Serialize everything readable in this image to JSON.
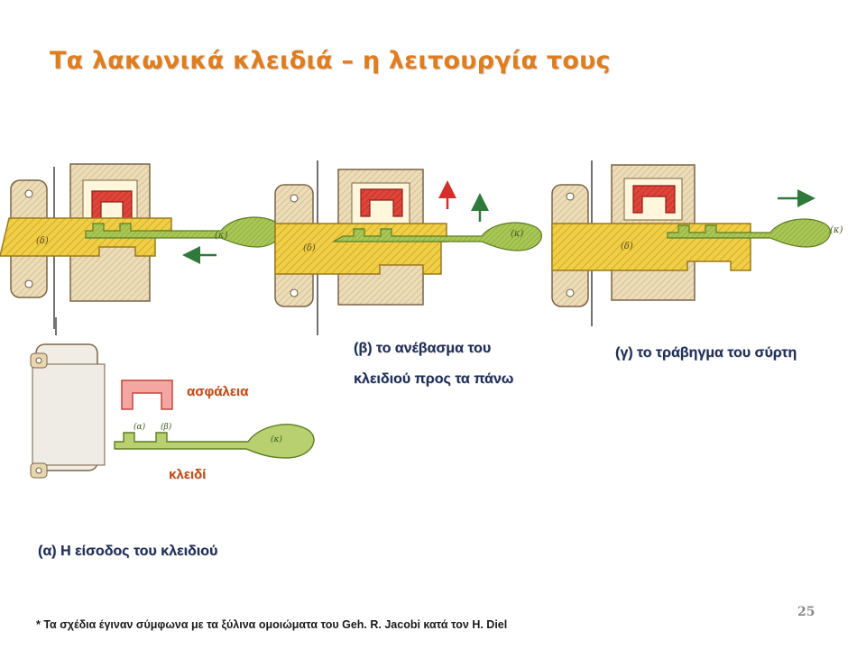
{
  "title": "Τα λακωνικά κλειδιά – η λειτουργία τους",
  "captions": {
    "alpha": "(α) Η είσοδος του κλειδιού",
    "beta_line1": "(β) το ανέβασμα του",
    "beta_line2": "κλειδιού προς τα πάνω",
    "gamma": "(γ) το τράβηγμα του σύρτη"
  },
  "parts": {
    "safety": "ασφάλεια",
    "key": "κλειδί"
  },
  "drawing_letters": {
    "bolt": "(δ)",
    "key": "(κ)",
    "tooth_a": "(α)",
    "tooth_b": "(β)"
  },
  "footnote": "* Τα σχέδια έγιναν σύμφωνα με τα ξύλινα ομοιώματα του Geh. R. Jacobi κατά τον H. Diel",
  "page_number": "25",
  "colors": {
    "title": "#e07d1e",
    "caption": "#1f2f5c",
    "part_label": "#c94a12",
    "bolt_yellow": "#efcf45",
    "key_green": "#9cbf4a",
    "safety_red": "#e0453a",
    "housing": "#e8d6b0"
  },
  "icons": [
    "arrow-left-icon",
    "arrow-up-icon",
    "arrow-right-icon"
  ]
}
